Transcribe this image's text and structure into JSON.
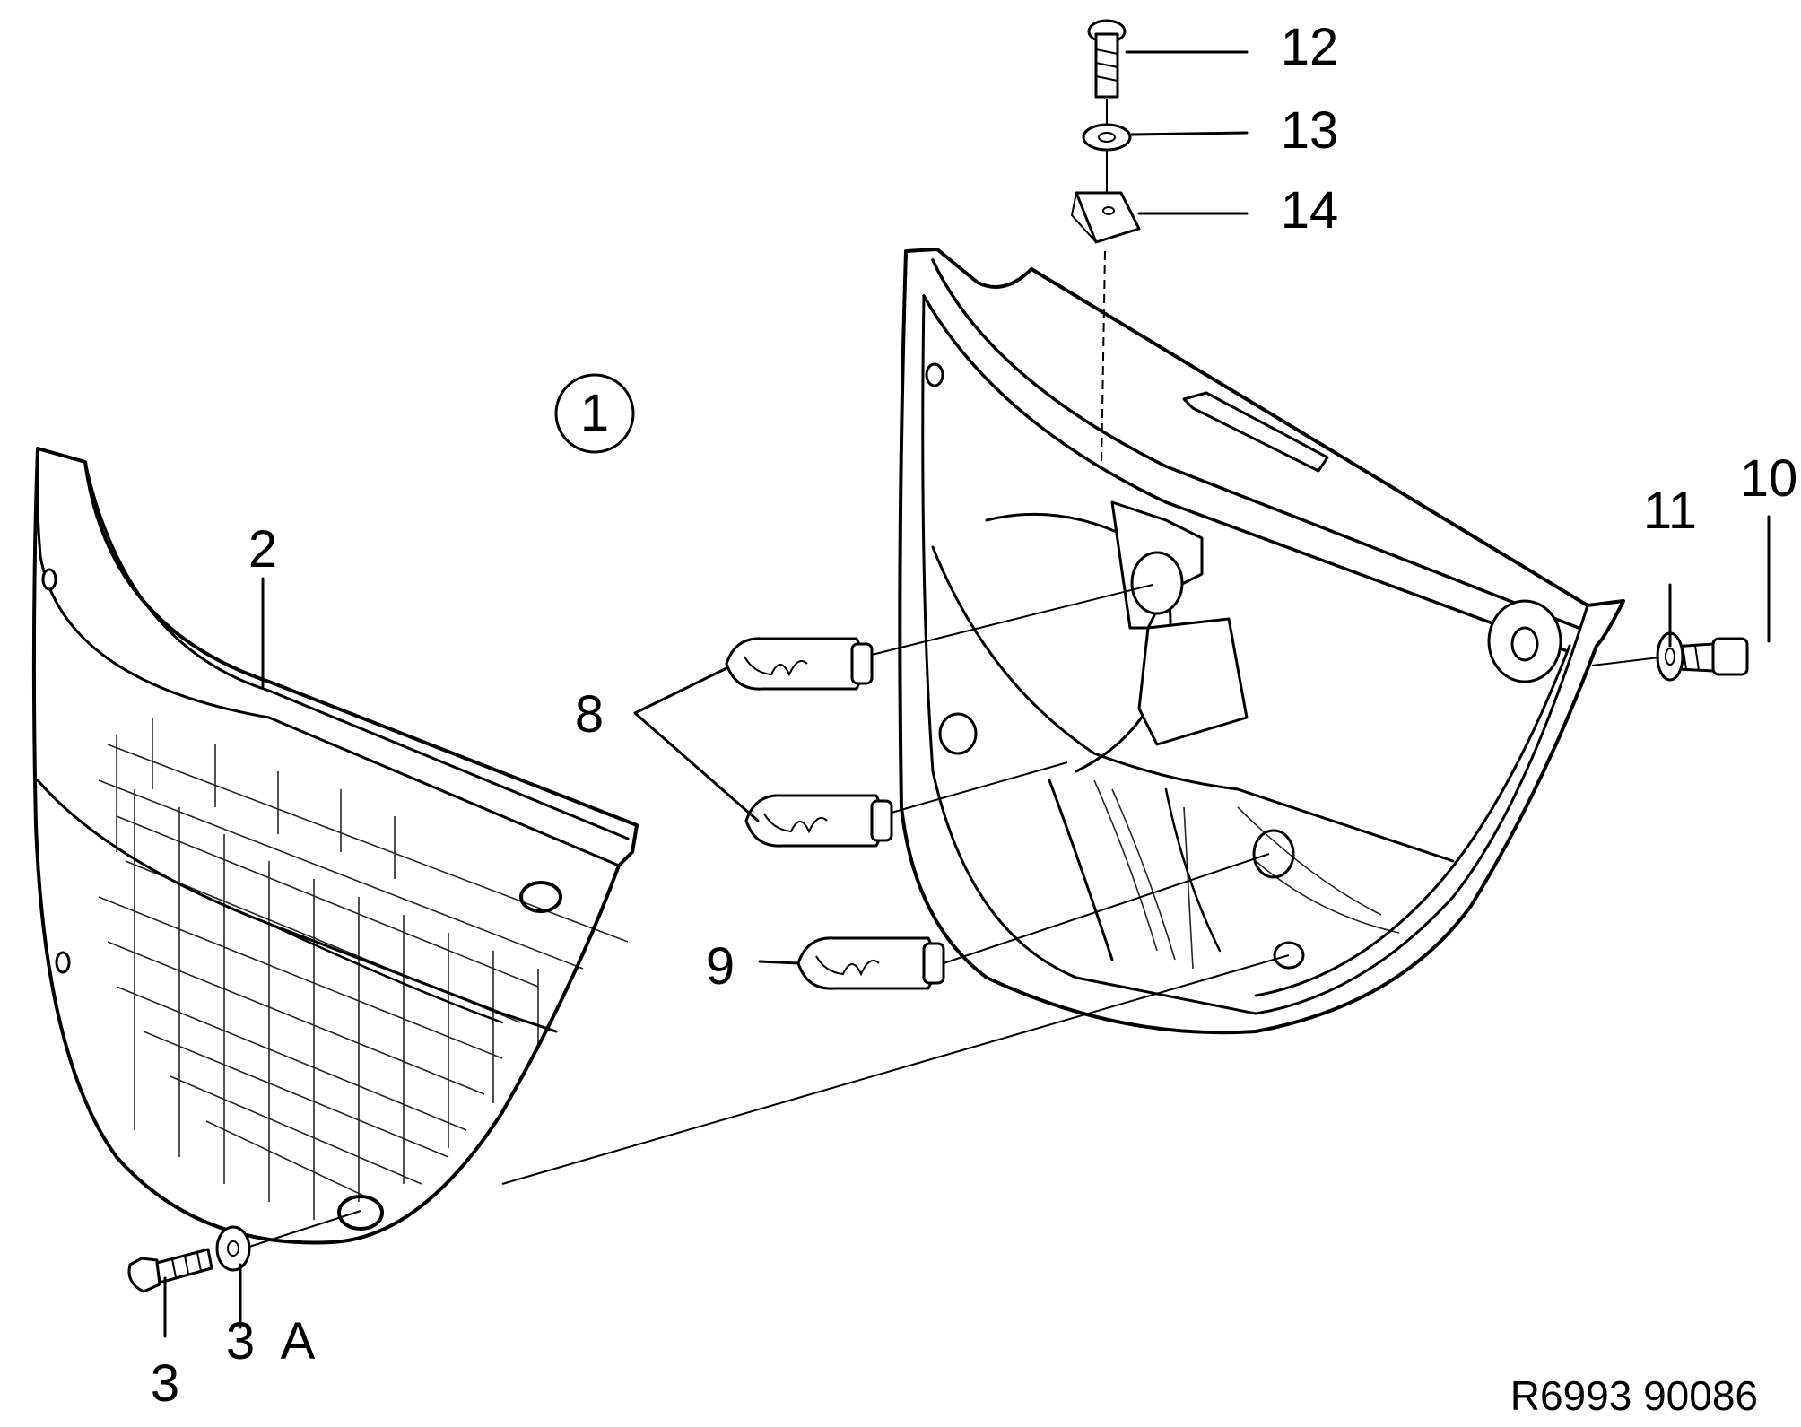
{
  "callouts": {
    "assembly": "1",
    "lens": "2",
    "lens_screw": "3",
    "lens_washer_a": "3",
    "lens_washer_b": "A",
    "bulbs_upper": "8",
    "bulb_lower": "9",
    "housing_screw": "10",
    "housing_washer": "11",
    "top_screw": "12",
    "top_washer": "13",
    "top_clip": "14"
  },
  "reference_code": "R6993 90086",
  "colors": {
    "ink": "#000000",
    "paper": "#ffffff"
  }
}
